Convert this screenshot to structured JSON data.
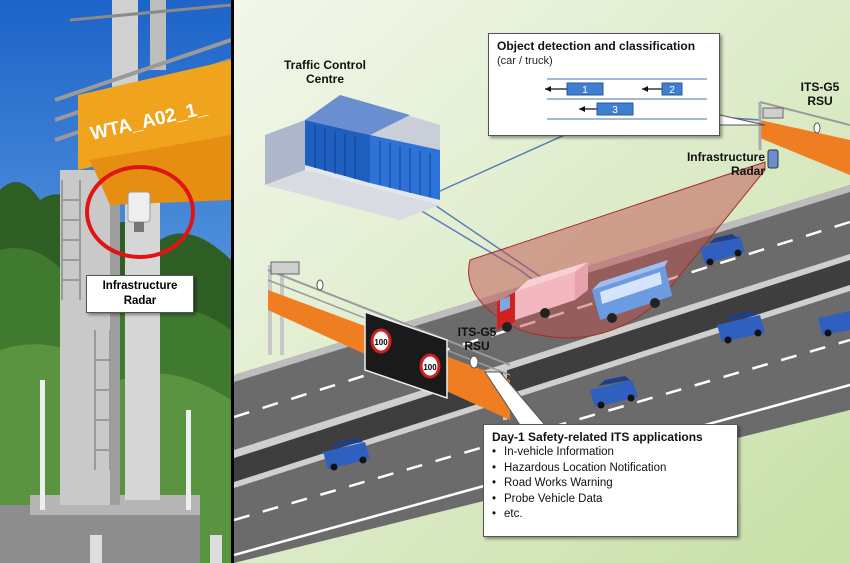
{
  "photo": {
    "sign_text": "WTA_A02_1_",
    "label": [
      "Infrastructure",
      "Radar"
    ]
  },
  "diagram": {
    "tcc_label": [
      "Traffic Control",
      "Centre"
    ],
    "rsu_right_label": [
      "ITS-G5",
      "RSU"
    ],
    "radar_label": [
      "Infrastructure",
      "Radar"
    ],
    "rsu_left_label": [
      "ITS-G5",
      "RSU"
    ],
    "speed_sign": "100",
    "object_box": {
      "title": "Object detection and classification",
      "subtitle": "(car / truck)",
      "lanes": [
        "1",
        "2",
        "3"
      ]
    },
    "its_box": {
      "title": "Day-1 Safety-related ITS applications",
      "items": [
        "In-vehicle Information",
        "Hazardous Location Notification",
        "Road Works Warning",
        "Probe Vehicle Data",
        "etc."
      ]
    }
  },
  "colors": {
    "orange": "#ef7d22",
    "radar_fill": "#c0504d",
    "car_blue": "#2f5fbf",
    "grass": "#cfe4b0",
    "road": "#6e6e6e"
  }
}
